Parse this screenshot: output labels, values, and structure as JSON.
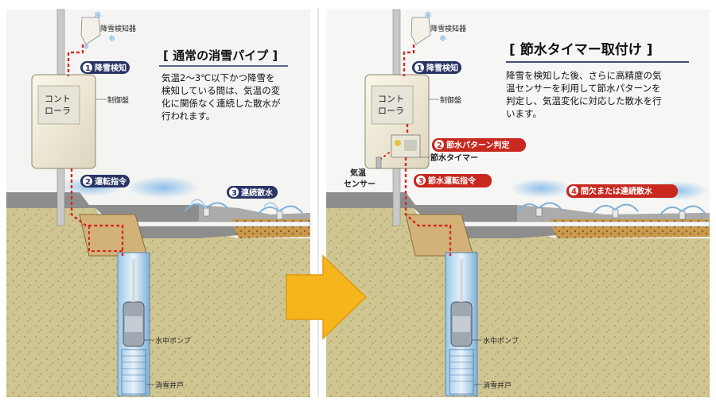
{
  "left_panel": {
    "title": "[ 通常の消雪パイプ ]",
    "description": [
      "気温2～3℃以下かつ降雪を",
      "検知している間は、気温の変",
      "化に関係なく連続した散水が",
      "行われます。"
    ],
    "snow_detector_label": "降雪検知器",
    "controller_label": [
      "コント",
      "ローラ"
    ],
    "control_panel_label": "制御盤",
    "steps": [
      {
        "num": "1",
        "label": "降雪検知"
      },
      {
        "num": "2",
        "label": "運転指令"
      },
      {
        "num": "3",
        "label": "連続散水"
      }
    ],
    "pump_label": "水中ポンプ",
    "well_label": "消雪井戸"
  },
  "right_panel": {
    "title": "[ 節水タイマー取付け ]",
    "description": [
      "降雪を検知した後、さらに高精度の気",
      "温センサーを利用して節水パターンを",
      "判定し、気温変化に対応した散水を行",
      "います。"
    ],
    "snow_detector_label": "降雪検知器",
    "controller_label": [
      "コント",
      "ローラ"
    ],
    "control_panel_label": "制御盤",
    "timer_label": "節水タイマー",
    "temp_sensor_label": [
      "気温",
      "センサー"
    ],
    "steps": [
      {
        "num": "1",
        "label": "降雪検知"
      },
      {
        "num": "2",
        "label": "節水パターン判定"
      },
      {
        "num": "3",
        "label": "節水運転指令"
      },
      {
        "num": "4",
        "label": "間欠または連続散水"
      }
    ],
    "pump_label": "水中ポンプ",
    "well_label": "消雪井戸"
  },
  "colors": {
    "soil": "#cfc591",
    "road": "#8d8d8d",
    "pipe_red": "#d32a1f",
    "badge_navy": "#2a3566",
    "badge_red": "#c8281e",
    "arrow": "#f6b51c",
    "water": "#7fb0d8"
  }
}
